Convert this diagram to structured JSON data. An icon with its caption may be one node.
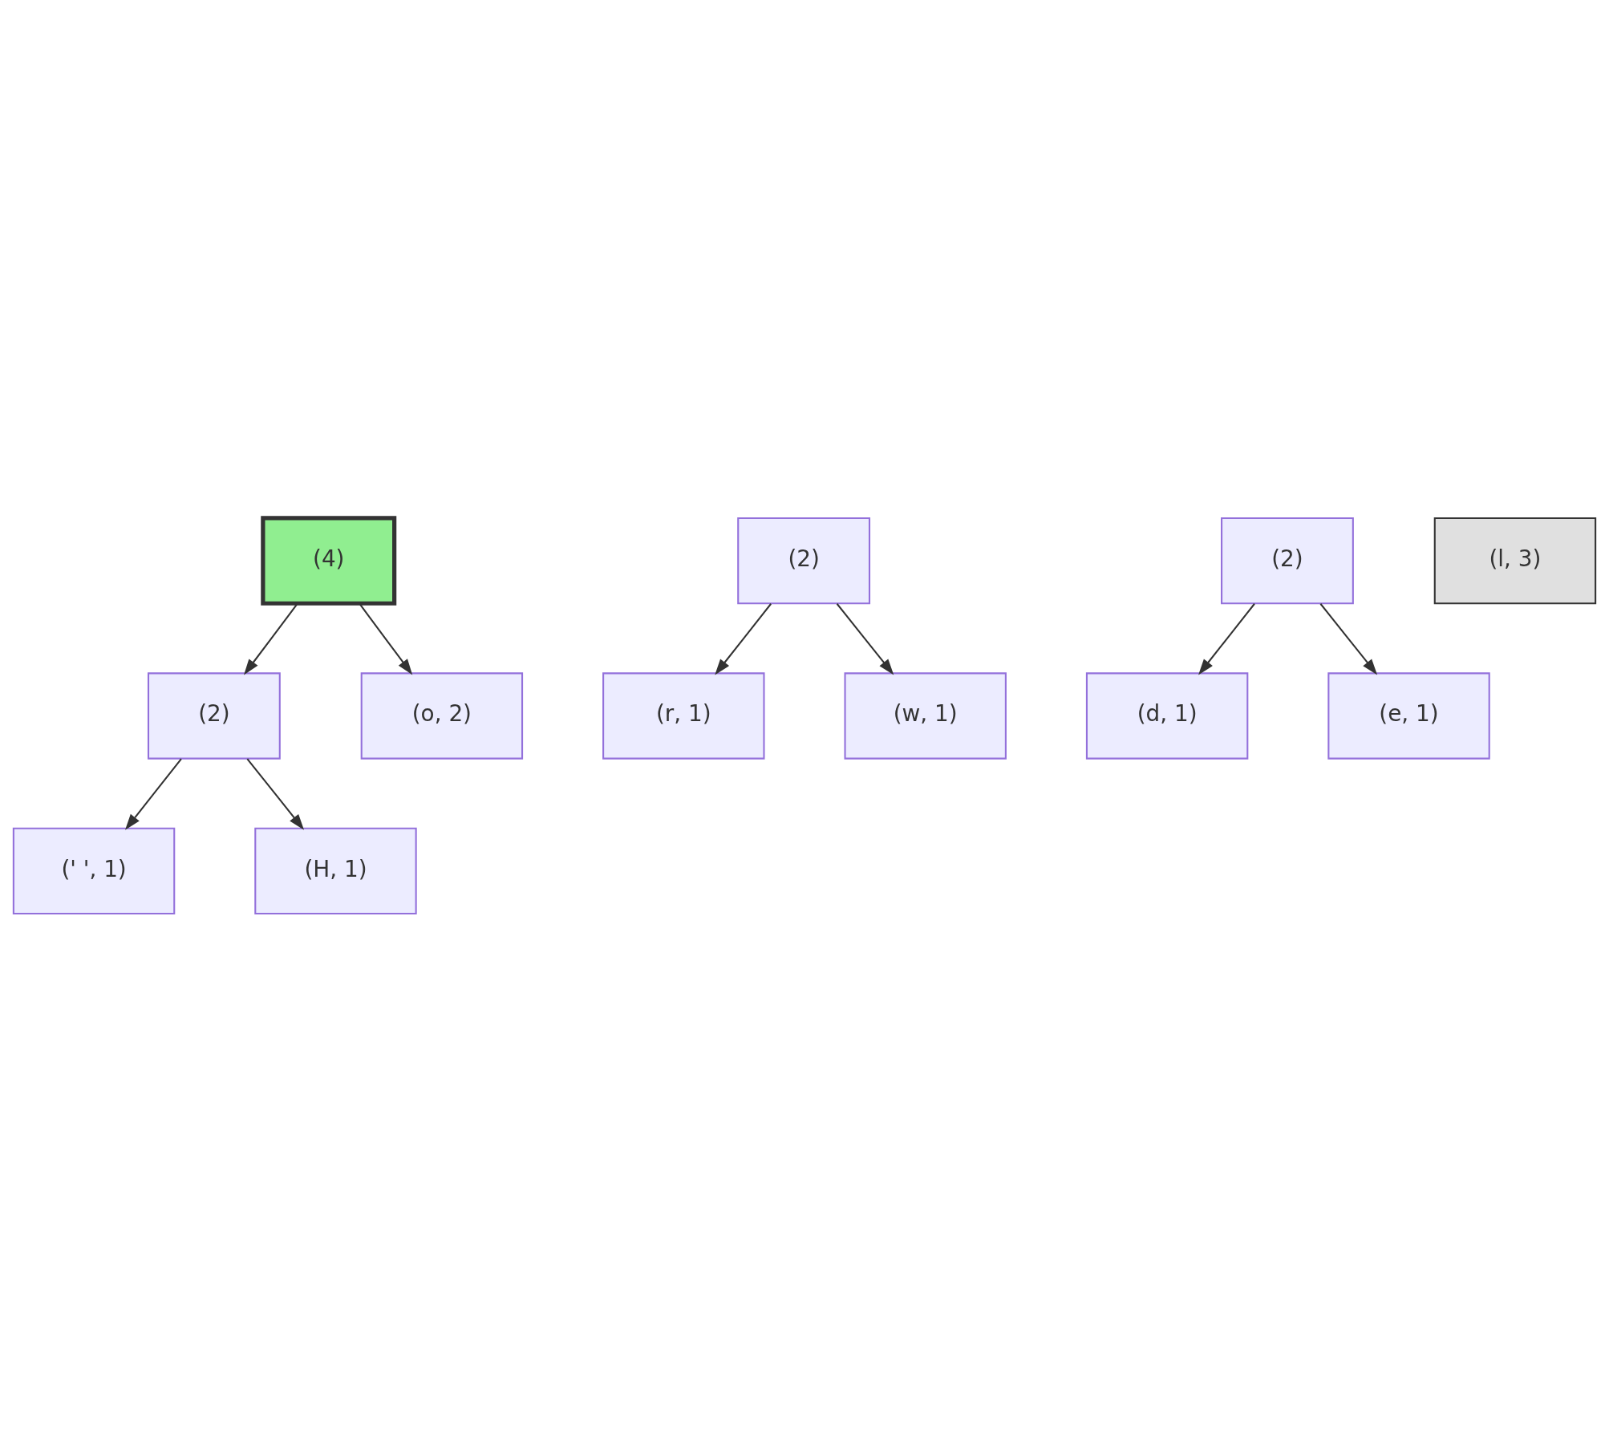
{
  "diagram": {
    "nodes": [
      {
        "text": [
          "(4)"
        ]
      },
      {
        "text": [
          "(2)"
        ]
      },
      {
        "text": [
          "(2)"
        ]
      },
      {
        "text": [
          "(l, 3)"
        ]
      },
      {
        "text": [
          "(2)"
        ]
      },
      {
        "text": [
          "(o, 2)"
        ]
      },
      {
        "text": [
          "(r, 1)"
        ]
      },
      {
        "text": [
          "(w, 1)"
        ]
      },
      {
        "text": [
          "(d, 1)"
        ]
      },
      {
        "text": [
          "(e, 1)"
        ]
      },
      {
        "text": [
          "(' ', 1)"
        ]
      },
      {
        "text": [
          "(H, 1)"
        ]
      }
    ],
    "edges": [
      {
        "from": 0,
        "to": 4,
        "arrow": "to"
      },
      {
        "from": 0,
        "to": 5,
        "arrow": "to"
      },
      {
        "from": 1,
        "to": 6,
        "arrow": "to"
      },
      {
        "from": 1,
        "to": 7,
        "arrow": "to"
      },
      {
        "from": 2,
        "to": 8,
        "arrow": "to"
      },
      {
        "from": 2,
        "to": 9,
        "arrow": "to"
      },
      {
        "from": 4,
        "to": 10,
        "arrow": "to"
      },
      {
        "from": 4,
        "to": 11,
        "arrow": "to"
      }
    ]
  }
}
